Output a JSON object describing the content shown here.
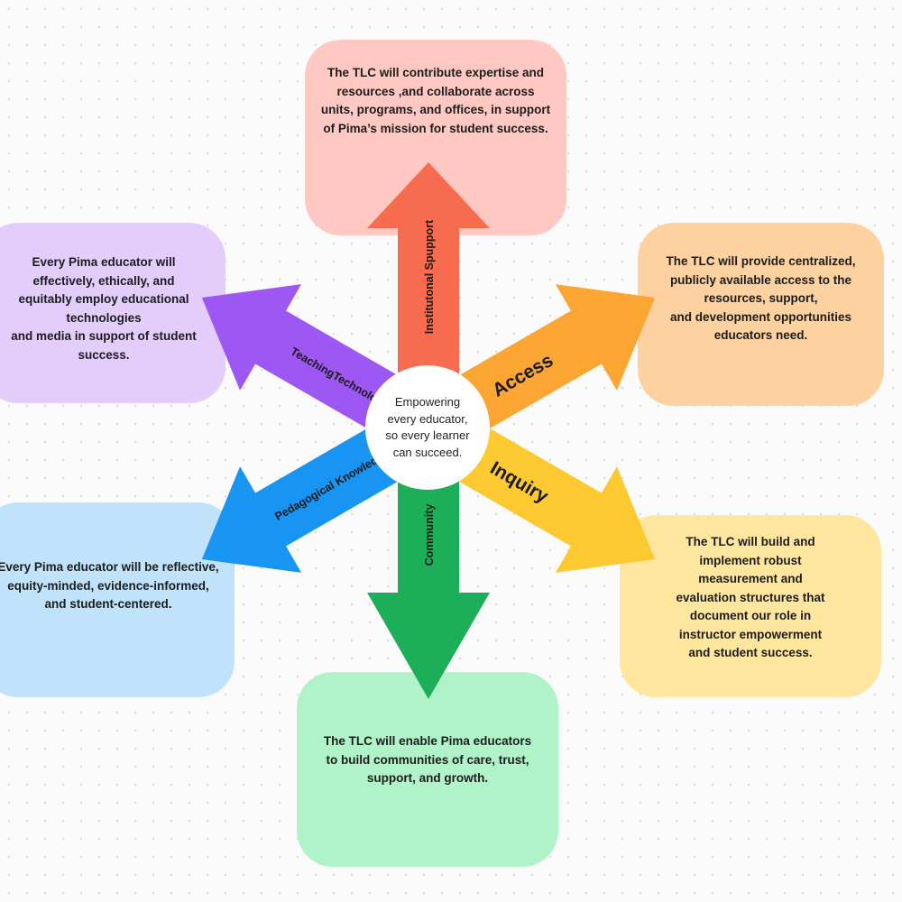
{
  "center": {
    "text": "Empowering\nevery educator,\nso every learner\ncan succeed."
  },
  "arrows": [
    {
      "id": "institutional",
      "label": "Institutonal Spupport",
      "color": "#f76b4e"
    },
    {
      "id": "access",
      "label": "Access",
      "color": "#fba532"
    },
    {
      "id": "inquiry",
      "label": "Inquiry",
      "color": "#fdc931"
    },
    {
      "id": "community",
      "label": "Community",
      "color": "#1cae59"
    },
    {
      "id": "pedagogical",
      "label": "Pedagogical Knowledge",
      "color": "#1895f3"
    },
    {
      "id": "teaching",
      "label": "TeachingTechnology",
      "color": "#9d57f2"
    }
  ],
  "boxes": {
    "institutional": {
      "text": "The TLC will contribute expertise and\nresources ,and collaborate across\nunits, programs, and offices, in support\nof Pima’s mission for student success.",
      "color": "#ffc8c2"
    },
    "access": {
      "text": "The TLC will provide centralized,\npublicly available access to the\nresources, support,\nand development opportunities\neducators need.",
      "color": "#fdd2a0"
    },
    "inquiry": {
      "text": "The TLC will build and\nimplement robust\nmeasurement and\nevaluation structures that\ndocument our role in\ninstructor empowerment\nand student success.",
      "color": "#fee69f"
    },
    "community": {
      "text": "The TLC will enable Pima educators\nto build communities of care, trust,\nsupport, and growth.",
      "color": "#b0f3c9"
    },
    "pedagogical": {
      "text": "Every Pima educator will be reflective,\nequity-minded, evidence-informed,\nand student-centered.",
      "color": "#c1e2fb"
    },
    "teaching": {
      "text": "Every Pima educator will\neffectively, ethically, and\nequitably employ educational\ntechnologies\nand media in support of student\nsuccess.",
      "color": "#e3cdfb"
    }
  }
}
